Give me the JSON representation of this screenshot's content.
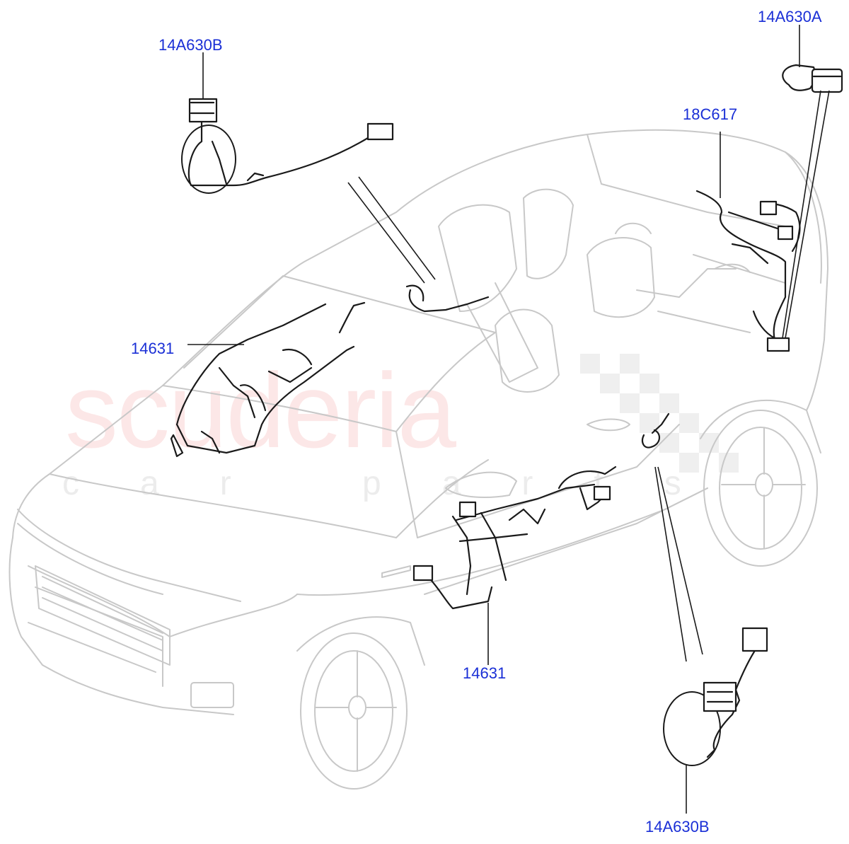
{
  "watermark": {
    "brand": "scuderia",
    "tagline": "car parts"
  },
  "colors": {
    "label": "#1a2fd6",
    "outline": "#c8c8c8",
    "wiring": "#1a1a1a",
    "leader": "#1a1a1a"
  },
  "labels": {
    "top_left_harness": "14A630B",
    "top_right_harness": "14A630A",
    "rear_harness": "18C617",
    "dash_harness": "14631",
    "body_harness": "14631",
    "bottom_harness": "14A630B"
  }
}
